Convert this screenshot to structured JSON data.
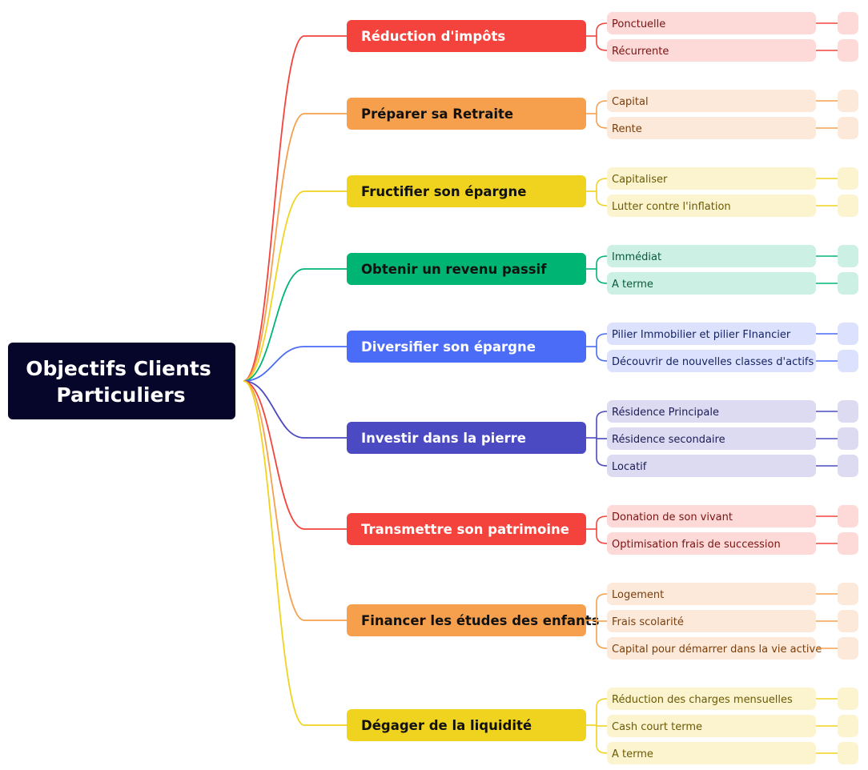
{
  "central": {
    "title_lines": [
      "Objectifs Clients",
      "Particuliers"
    ]
  },
  "branches": [
    {
      "label": "Réduction d'impôts",
      "color": "#F4433C",
      "text_color": "#FFFFFF",
      "leaf_bg": "#FDD9D7",
      "leaf_text": "#7A1414",
      "leaves": [
        "Ponctuelle",
        "Récurrente"
      ]
    },
    {
      "label": "Préparer sa Retraite",
      "color": "#F6A04D",
      "text_color": "#111111",
      "leaf_bg": "#FDE9D9",
      "leaf_text": "#7A3E0A",
      "leaves": [
        "Capital",
        "Rente"
      ]
    },
    {
      "label": "Fructifier son épargne",
      "color": "#F0D31F",
      "text_color": "#111111",
      "leaf_bg": "#FCF4CF",
      "leaf_text": "#6B5A05",
      "leaves": [
        "Capitaliser",
        "Lutter contre l'inflation"
      ]
    },
    {
      "label": "Obtenir un revenu passif",
      "color": "#00B574",
      "text_color": "#111111",
      "leaf_bg": "#CCF0E3",
      "leaf_text": "#0A5A3C",
      "leaves": [
        "Immédiat",
        "A terme"
      ]
    },
    {
      "label": "Diversifier son épargne",
      "color": "#4A6CF7",
      "text_color": "#FFFFFF",
      "leaf_bg": "#DCE2FD",
      "leaf_text": "#152363",
      "leaves": [
        "Pilier Immobilier et pilier FInancier",
        "Découvrir de nouvelles classes d'actifs"
      ]
    },
    {
      "label": "Investir dans la pierre",
      "color": "#4B4AC2",
      "text_color": "#FFFFFF",
      "leaf_bg": "#DCDBF1",
      "leaf_text": "#1C1C55",
      "leaves": [
        "Résidence Principale",
        "Résidence secondaire",
        "Locatif"
      ]
    },
    {
      "label": "Transmettre son patrimoine",
      "color": "#F4433C",
      "text_color": "#FFFFFF",
      "leaf_bg": "#FDD9D7",
      "leaf_text": "#7A1414",
      "leaves": [
        "Donation de son vivant",
        "Optimisation frais de succession"
      ]
    },
    {
      "label": "Financer les études des enfants",
      "color": "#F6A04D",
      "text_color": "#111111",
      "leaf_bg": "#FDE9D9",
      "leaf_text": "#7A3E0A",
      "leaves": [
        "Logement",
        "Frais scolarité",
        "Capital pour démarrer dans la vie active"
      ]
    },
    {
      "label": "Dégager de la liquidité",
      "color": "#F0D31F",
      "text_color": "#111111",
      "leaf_bg": "#FCF4CF",
      "leaf_text": "#6B5A05",
      "leaves": [
        "Réduction des charges mensuelles",
        "Cash court terme",
        "A terme"
      ]
    }
  ]
}
